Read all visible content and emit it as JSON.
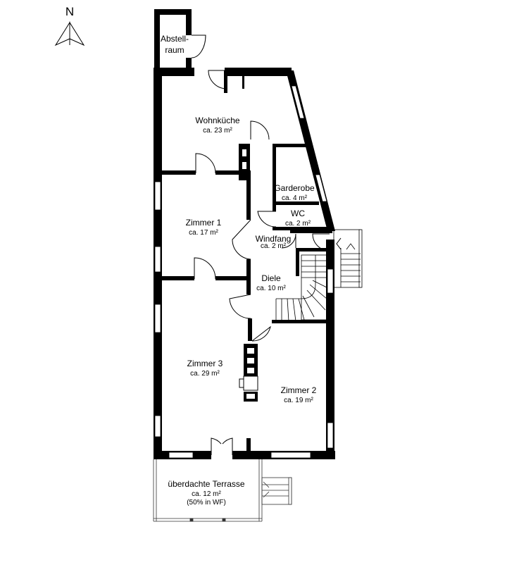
{
  "compass": {
    "letter": "N",
    "icon": "north-arrow-icon"
  },
  "rooms": {
    "abstellraum": {
      "name_line1": "Abstell-",
      "name_line2": "raum"
    },
    "wohnkueche": {
      "name": "Wohnküche",
      "area": "ca. 23 m²"
    },
    "garderobe": {
      "name": "Garderobe",
      "area": "ca. 4 m²"
    },
    "wc": {
      "name": "WC",
      "area": "ca. 2 m²"
    },
    "zimmer1": {
      "name": "Zimmer 1",
      "area": "ca. 17 m²"
    },
    "windfang": {
      "name": "Windfang",
      "area": "ca. 2 m²"
    },
    "diele": {
      "name": "Diele",
      "area": "ca. 10 m²"
    },
    "zimmer3": {
      "name": "Zimmer 3",
      "area": "ca. 29 m²"
    },
    "zimmer2": {
      "name": "Zimmer 2",
      "area": "ca. 19 m²"
    },
    "terrasse": {
      "name": "überdachte Terrasse",
      "area": "ca. 12 m²",
      "note": "(50% in WF)"
    }
  },
  "colors": {
    "wall": "#000000",
    "line": "#333333",
    "background": "#ffffff"
  }
}
